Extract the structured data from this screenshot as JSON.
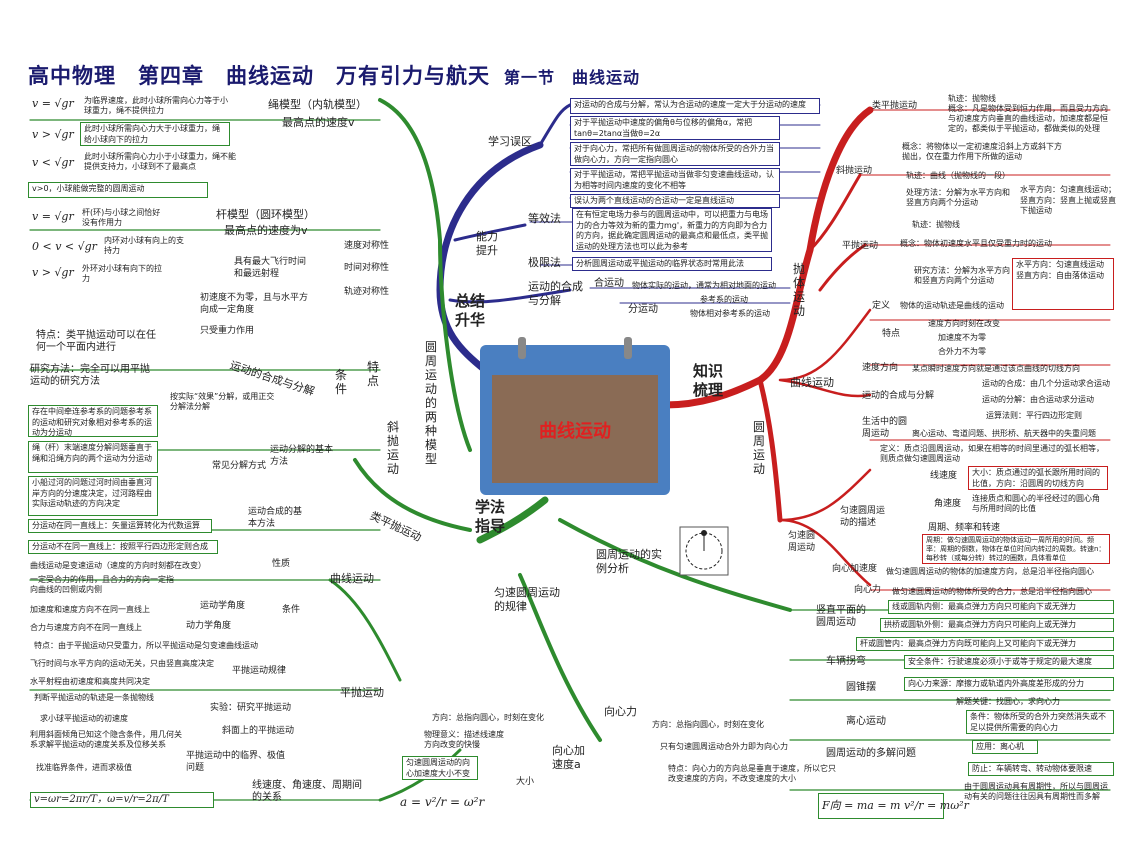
{
  "title": "高中物理　第四章　曲线运动　万有引力与航天",
  "section": "第一节　曲线运动",
  "center_label": "曲线运动",
  "colors": {
    "blue": "#2c2c8c",
    "red": "#c81e1e",
    "green": "#2e8b2e",
    "calendar": "#4a7fc1"
  },
  "hubs": {
    "summary": "总结升华",
    "knowledge": "知识梳理",
    "method": "学法指导"
  },
  "summary": {
    "misc": "学习误区",
    "misc_items": [
      "对运动的合成与分解，常认为合运动的速度一定大于分运动的速度",
      "对于平抛运动中速度的偏角θ与位移的偏角α，常把tanθ=2tanα当做θ=2α",
      "对于向心力，常把所有做圆周运动的物体所受的合外力当做向心力，方向一定指向圆心",
      "对于平抛运动，常把平抛运动当做非匀变速曲线运动，认为相等时间内速度的变化不相等",
      "误认为两个直线运动的合运动一定是直线运动"
    ],
    "ability": "能力提升",
    "equiv": "等效法",
    "equiv_text": "在有恒定电场力参与的圆周运动中，可以把重力与电场力的合力等效为新的重力mg'，新重力的方向即为合力的方向，据此确定圆周运动的最高点和最低点，类平抛运动的处理方法也可以此为参考",
    "limit": "极限法",
    "limit_text": "分析圆周运动或平抛运动的临界状态时常用此法",
    "decomp": "运动的合成与分解",
    "compose": "合运动",
    "compose_text": "物体实际的运动，通常为相对地面的运动",
    "split": "分运动",
    "split_a": "参考系的运动",
    "split_b": "物体相对参考系的运动"
  },
  "knowledge": {
    "throw": "抛体运动",
    "class_flat": "类平抛运动",
    "class_flat_track": "轨迹：抛物线",
    "class_flat_concept": "概念：凡是物体受到恒力作用，而且受力方向与初速度方向垂直的曲线运动，加速度都是恒定的，都类似于平抛运动，都做类似的处理",
    "oblique": "斜抛运动",
    "oblique_concept": "概念：将物体以一定初速度沿斜上方或斜下方抛出，仅在重力作用下所做的运动",
    "oblique_track": "轨迹：曲线（抛物线的一段）",
    "oblique_method": "处理方法：分解为水平方向和竖直方向两个分运动",
    "oblique_h": "水平方向：匀速直线运动；",
    "oblique_v": "竖直方向：竖直上抛或竖直下抛运动",
    "flat": "平抛运动",
    "flat_track": "轨迹：抛物线",
    "flat_concept": "概念：物体初速度水平且仅受重力时的运动",
    "flat_method": "研究方法：分解为水平方向和竖直方向两个分运动",
    "flat_h": "水平方向：匀速直线运动",
    "flat_v": "竖直方向：自由落体运动",
    "curve": "曲线运动",
    "def_label": "定义",
    "def": "物体的运动轨迹是曲线的运动",
    "feature": "特点",
    "feat_items": [
      "速度方向时刻在改变",
      "加速度不为零",
      "合外力不为零"
    ],
    "velocity_dir": "速度方向",
    "velocity_text": "某点瞬时速度方向就是通过该点曲线的切线方向",
    "synth": "运动的合成与分解",
    "synth_items": [
      "运动的合成：由几个分运动求合运动",
      "运动的分解：由合运动求分运动",
      "运算法则：平行四边形定则"
    ],
    "circular": "圆周运动",
    "life": "生活中的圆周运动",
    "life_text": "离心运动、弯道问题、拱形桥、航天器中的失重问题",
    "uniform": "匀速圆周运动",
    "uniform_def": "定义：质点沿圆周运动，如果在相等的时间里通过的弧长相等，则质点做匀速圆周运动",
    "desc": "匀速圆周运动的描述",
    "lin": "线速度",
    "lin_text": "大小：质点通过的弧长跟所用时间的比值，方向：沿圆周的切线方向",
    "ang": "角速度",
    "ang_text": "连接质点和圆心的半径经过的圆心角与所用时间的比值",
    "period": "周期、频率和转速",
    "period_text": "周期：做匀速圆周运动的物体运动一周所用的时间。频率：周期的倒数，物体在单位时间内转过的周数。转速n：每秒转（或每分转）转过的圈数，具体看单位",
    "cent_acc": "向心加速度",
    "cent_acc_text": "做匀速圆周运动的物体的加速度方向，总是沿半径指向圆心",
    "cent_force": "向心力",
    "cent_force_text": "做匀速圆周运动的物体所受的合力，总是沿半径指向圆心"
  },
  "left": {
    "rope": "绳模型（内轨模型）",
    "rope_top": "最高点的速度v",
    "rope_items": [
      "为临界速度，此时小球所需向心力等于小球重力，绳不提供拉力",
      "此时小球所需向心力大于小球重力，绳给小球向下的拉力",
      "此时小球所需向心力小于小球重力，绳不能提供支持力，小球到不了最高点"
    ],
    "rod": "杆模型（圆环模型）",
    "rod_top": "最高点的速度为v",
    "rod_items": [
      "v>0，小球能做完整的圆周运动",
      "杆(环)与小球之间恰好没有作用力",
      "内环对小球有向上的支持力",
      "外环对小球有向下的拉力"
    ],
    "two_models": "圆周运动的两种模型",
    "oblique": "斜抛运动",
    "traits": [
      "速度对称性",
      "时间对称性",
      "轨迹对称性"
    ],
    "trait": "特点",
    "cond": "条件",
    "max_h": "具有最大飞行时间和最远射程",
    "cond_items": [
      "初速度不为零，且与水平方向成一定角度",
      "只受重力作用"
    ],
    "syn": "运动的合成与分解",
    "syn_feat": "特点：类平抛运动可以在任何一个平面内进行",
    "syn_method": "研究方法：完全可以用平抛运动的研究方法",
    "basic": "运动分解的基本方法",
    "by_effect": "按实际“效果”分解，或用正交分解法分解",
    "common": "常见分解方式",
    "common_items": [
      "存在中间牵连参考系的问题参考系的运动和研究对象相对参考系的运动为分运动",
      "绳（杆）末端速度分解问题垂直于绳和沿绳方向的两个运动为分运动",
      "小船过河的问题过河时间由垂直河岸方向的分速度决定，过河路程由实际运动轨迹的方向决定"
    ],
    "comp_basic": "运动合成的基本方法",
    "comp_items": [
      "分运动在同一直线上：矢量运算转化为代数运算",
      "分运动不在同一直线上：按照平行四边形定则合成"
    ],
    "class_flat": "类平抛运动",
    "curve": "曲线运动",
    "nature": "性质",
    "nature_text": "曲线运动是变速运动（速度的方向时刻都在改变）",
    "cond2": "条件",
    "dyn": "运动学角度",
    "dyn_text": "一定受合力的作用，且合力的方向一定指向曲线的凹侧或内侧",
    "dyn_text2": "加速度和速度方向不在同一直线上",
    "force_angle": "动力学角度",
    "force_text": "合力与速度方向不在同一直线上",
    "flat": "平抛运动",
    "flat_feat": "特点：由于平抛运动只受重力，所以平抛运动是匀变速曲线运动",
    "flat_law": "平抛运动规律",
    "flat_law_items": [
      "飞行时间与水平方向的运动无关，只由竖直高度决定",
      "水平射程由初速度和高度共同决定"
    ],
    "exp": "实验：研究平抛运动",
    "exp_items": [
      "判断平抛运动的轨迹是一条抛物线",
      "求小球平抛运动的初速度"
    ],
    "slope": "斜面上的平抛运动",
    "slope_text": "利用斜面倾角已知这个隐含条件，用几何关系求解平抛运动的速度关系及位移关系",
    "critical": "平抛运动中的临界、极值问题",
    "critical_text": "找准临界条件，进而求极值",
    "lin_ang": "线速度、角速度、周期间的关系",
    "lin_ang_formula": "v=ωr=2πr/T，ω=v/r=2π/T"
  },
  "bottom": {
    "law": "匀速圆周运动的规律",
    "cent_acc": "向心加速度a",
    "dir": "方向：总指向圆心，时刻在变化",
    "phys": "物理意义：描述线速度方向改变的快慢",
    "size": "大小",
    "size_text": "匀速圆周运动的向心加速度大小不变",
    "acc_formula": "a = v²/r = ω²r",
    "cent_force": "向心力",
    "cf_dir": "方向：总指向圆心，时刻在变化",
    "cf_only": "只有匀速圆周运动合外力即为向心力",
    "cf_feat": "特点：向心力的方向总是垂直于速度，所以它只改变速度的方向，不改变速度的大小",
    "cf_formula": "F向 = ma = m v²/r = mω²r",
    "examples": "圆周运动的实例分析",
    "vertical": "竖直平面的圆周运动",
    "vert_items": [
      "线或圆轨内侧：最高点弹力方向只可能向下或无弹力",
      "拱桥或圆轨外侧：最高点弹力方向只可能向上或无弹力",
      "杆或圆管内：最高点弹力方向既可能向上又可能向下或无弹力"
    ],
    "turn": "车辆拐弯",
    "turn_items": [
      "安全条件：行驶速度必须小于或等于规定的最大速度",
      "向心力来源：摩擦力或轨道内外高度差形成的分力"
    ],
    "pendulum": "圆锥摆",
    "pend_text": "解题关键：找圆心，求向心力",
    "centrif": "离心运动",
    "centrif_items": [
      "条件：物体所受的合外力突然消失或不足以提供所需要的向心力",
      "应用：离心机",
      "防止：车辆转弯、转动物体要限速"
    ],
    "multi": "圆周运动的多解问题",
    "multi_text": "由于圆周运动具有周期性，所以与圆周运动有关的问题往往因具有周期性而多解"
  }
}
